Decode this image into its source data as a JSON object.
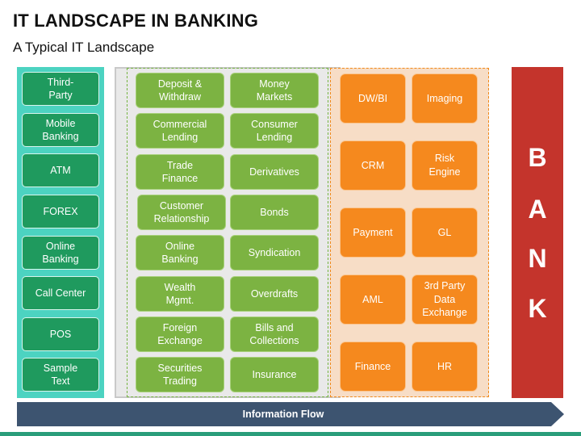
{
  "title": "IT LANDSCAPE IN BANKING",
  "subtitle": "A Typical IT Landscape",
  "channels": [
    "Third-\nParty",
    "Mobile\nBanking",
    "ATM",
    "FOREX",
    "Online\nBanking",
    "Call Center",
    "POS",
    "Sample\nText"
  ],
  "products_left": [
    "Deposit &\nWithdraw",
    "Commercial\nLending",
    "Trade\nFinance",
    "Customer\nRelationship",
    "Online\nBanking",
    "Wealth\nMgmt.",
    "Foreign\nExchange",
    "Securities\nTrading"
  ],
  "products_right": [
    "Money\nMarkets",
    "Consumer\nLending",
    "Derivatives",
    "Bonds",
    "Syndication",
    "Overdrafts",
    "Bills and\nCollections",
    "Insurance"
  ],
  "systems_left": [
    "DW/BI",
    "CRM",
    "Payment",
    "AML",
    "Finance"
  ],
  "systems_right": [
    "Imaging",
    "Risk\nEngine",
    "GL",
    "3rd Party\nData\nExchange",
    "HR"
  ],
  "bank_letters": [
    "B",
    "A",
    "N",
    "K"
  ],
  "flow_label": "Information Flow",
  "colors": {
    "channels_bg": "#4cd3c1",
    "channel_box": "#1f9a5e",
    "products_box": "#7cb342",
    "systems_box": "#f5891e",
    "systems_bg": "#f7ddc6",
    "bank": "#c4342c",
    "flow_arrow": "#3d5470",
    "bottom_bar": "#2a9d7a"
  }
}
